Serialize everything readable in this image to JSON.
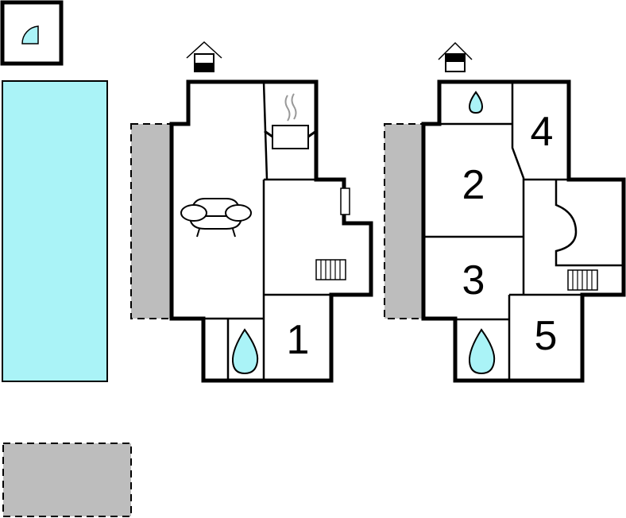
{
  "title": "Floor plan",
  "colors": {
    "pool": "#aaf3f7",
    "terrace": "#bdbdbd",
    "wall": "#000000"
  },
  "icons": [
    "compass-icon",
    "entrance-icon",
    "sofa-icon",
    "stove-icon",
    "stairs-icon",
    "bathroom-water-icon",
    "fireplace-icon"
  ],
  "ground_floor": {
    "rooms": [
      {
        "label": "1"
      }
    ]
  },
  "first_floor": {
    "rooms": [
      {
        "label": "2"
      },
      {
        "label": "3"
      },
      {
        "label": "4"
      },
      {
        "label": "5"
      }
    ]
  }
}
